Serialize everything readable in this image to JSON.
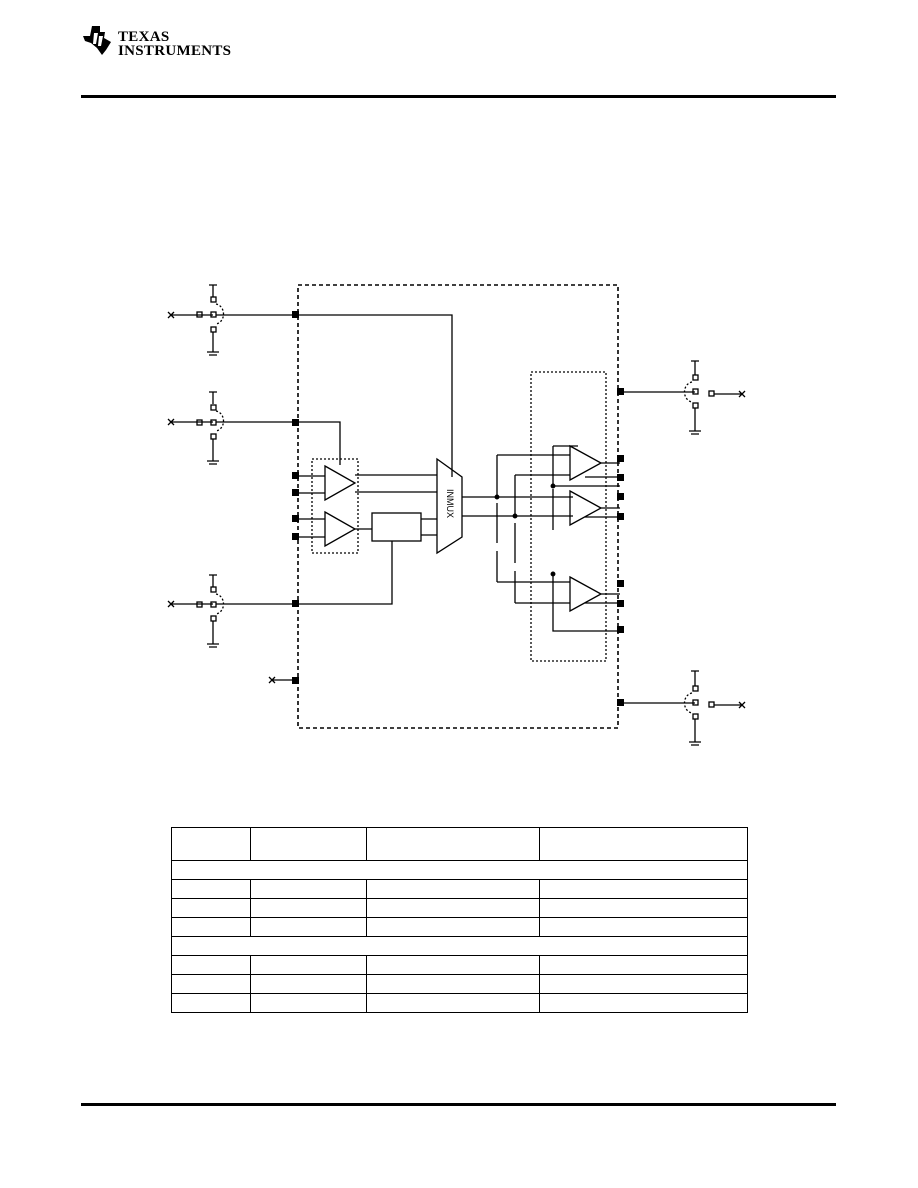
{
  "header": {
    "logo": {
      "line1": "TEXAS",
      "line2": "INSTRUMENTS"
    }
  },
  "diagram": {
    "mux_label": "INMUX"
  },
  "table": {
    "columns": [
      "",
      "",
      "",
      ""
    ],
    "section_1": {
      "title": "",
      "rows": [
        [
          "",
          "",
          "",
          ""
        ],
        [
          "",
          "",
          "",
          ""
        ],
        [
          "",
          "",
          "",
          ""
        ]
      ]
    },
    "section_2": {
      "title": "",
      "rows": [
        [
          "",
          "",
          "",
          ""
        ],
        [
          "",
          "",
          "",
          ""
        ],
        [
          "",
          "",
          "",
          ""
        ]
      ]
    }
  }
}
